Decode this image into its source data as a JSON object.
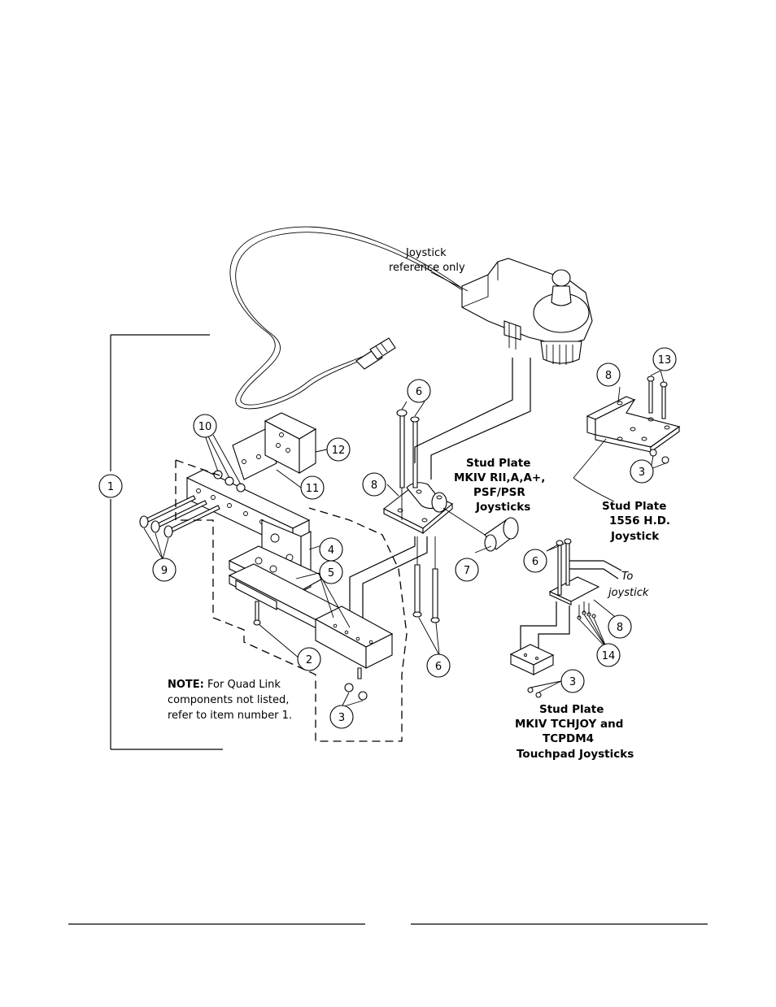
{
  "labels": {
    "joystick_ref_1": "Joystick",
    "joystick_ref_2": "reference only",
    "stud_plate_a_1": "Stud Plate",
    "stud_plate_a_2": "MKIV RII,A,A+,",
    "stud_plate_a_3": "PSF/PSR",
    "stud_plate_a_4": "Joysticks",
    "stud_plate_b_1": "Stud Plate",
    "stud_plate_b_2": "1556 H.D.",
    "stud_plate_b_3": "Joystick",
    "stud_plate_c_1": "Stud Plate",
    "stud_plate_c_2": "MKIV TCHJOY and",
    "stud_plate_c_3": "TCPDM4",
    "stud_plate_c_4": "Touchpad Joysticks",
    "to_joystick_1": "To",
    "to_joystick_2": "joystick",
    "note_bold": "NOTE:",
    "note_1": " For Quad Link",
    "note_2": "components not listed,",
    "note_3": "refer to item number 1."
  },
  "callouts": {
    "c1": "1",
    "c2": "2",
    "c3a": "3",
    "c3b": "3",
    "c3c": "3",
    "c4": "4",
    "c5": "5",
    "c6a": "6",
    "c6b": "6",
    "c6c": "6",
    "c7": "7",
    "c8a": "8",
    "c8b": "8",
    "c8c": "8",
    "c9": "9",
    "c10": "10",
    "c11": "11",
    "c12": "12",
    "c13": "13",
    "c14": "14"
  }
}
